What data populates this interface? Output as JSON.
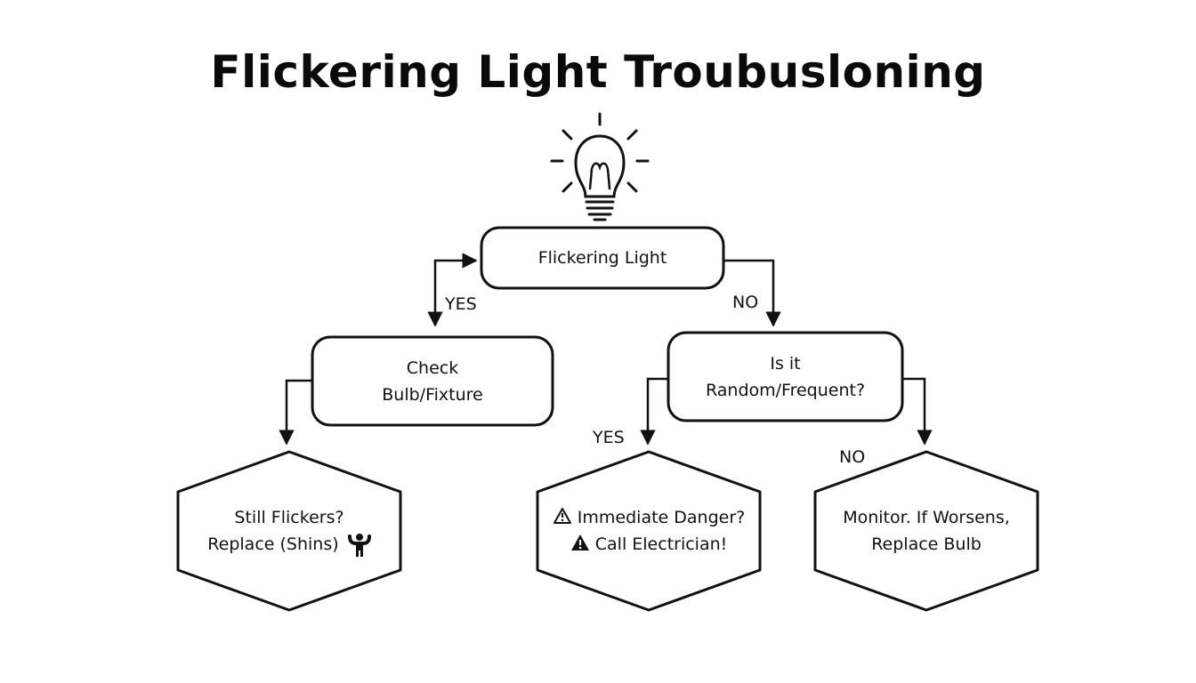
{
  "title": "Flickering Light Troubusloning",
  "icon": "lightbulb-icon",
  "nodes": {
    "start": {
      "shape": "rounded-rect",
      "lines": [
        "Flickering Light"
      ]
    },
    "check": {
      "shape": "rounded-rect",
      "lines": [
        "Check",
        "Bulb/Fixture"
      ]
    },
    "random": {
      "shape": "rounded-rect",
      "lines": [
        "Is it",
        "Random/Frequent?"
      ]
    },
    "still": {
      "shape": "hexagon",
      "lines": [
        "Still Flickers?",
        "Replace (Shins)"
      ],
      "icon": "person-flexing-icon"
    },
    "danger": {
      "shape": "hexagon",
      "lines": [
        "Immediate Danger?",
        "Call Electrician!"
      ],
      "icons": [
        "warning-outline-icon",
        "warning-filled-icon"
      ]
    },
    "monitor": {
      "shape": "hexagon",
      "lines": [
        "Monitor. If Worsens,",
        "Replace Bulb"
      ]
    }
  },
  "edges": [
    {
      "from": "start",
      "to": "check",
      "label": "YES"
    },
    {
      "from": "start",
      "to": "random",
      "label": "NO"
    },
    {
      "from": "check",
      "to": "still",
      "label": ""
    },
    {
      "from": "random",
      "to": "danger",
      "label": "YES"
    },
    {
      "from": "random",
      "to": "monitor",
      "label": "NO"
    }
  ],
  "colors": {
    "stroke": "#111111",
    "background": "#ffffff"
  }
}
